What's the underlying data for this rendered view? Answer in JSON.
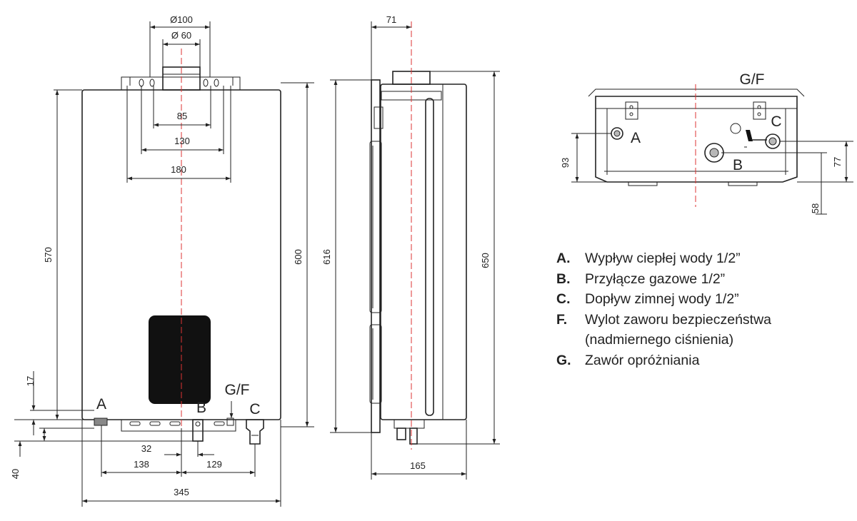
{
  "front_view": {
    "dims": {
      "d100": "Ø100",
      "d60": "Ø 60",
      "w85": "85",
      "w130": "130",
      "w180": "180",
      "h570": "570",
      "h600": "600",
      "h17": "17",
      "h40": "40",
      "w32": "32",
      "w138": "138",
      "w129": "129",
      "w345": "345"
    },
    "labels": {
      "a": "A",
      "b": "B",
      "gf": "G/F",
      "c": "C"
    }
  },
  "side_view": {
    "dims": {
      "w71": "71",
      "h616": "616",
      "h650": "650",
      "w165": "165"
    }
  },
  "bottom_view": {
    "dims": {
      "h93": "93",
      "h77": "77",
      "h58": "58"
    },
    "labels": {
      "gf": "G/F",
      "a": "A",
      "b": "B",
      "c": "C"
    }
  },
  "legend": [
    {
      "key": "A.",
      "text": "Wypływ ciepłej wody 1/2”"
    },
    {
      "key": "B.",
      "text": "Przyłącze gazowe 1/2”"
    },
    {
      "key": "C.",
      "text": "Dopływ zimnej wody 1/2”"
    },
    {
      "key": "F.",
      "text": "Wylot zaworu bezpieczeństwa"
    },
    {
      "key": "",
      "text": "(nadmiernego ciśnienia)"
    },
    {
      "key": "G.",
      "text": "Zawór opróżniania"
    }
  ]
}
